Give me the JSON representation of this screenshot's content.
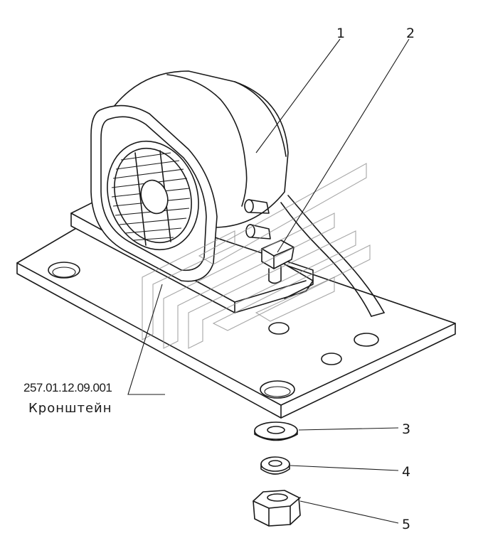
{
  "callouts": {
    "c1": "1",
    "c2": "2",
    "c3": "3",
    "c4": "4",
    "c5": "5"
  },
  "part_label": {
    "code": "257.01.12.09.001",
    "name": "Кронштейн"
  },
  "colors": {
    "ink": "#1a1a1a",
    "background": "#ffffff",
    "watermark": "#8a8a8a"
  }
}
